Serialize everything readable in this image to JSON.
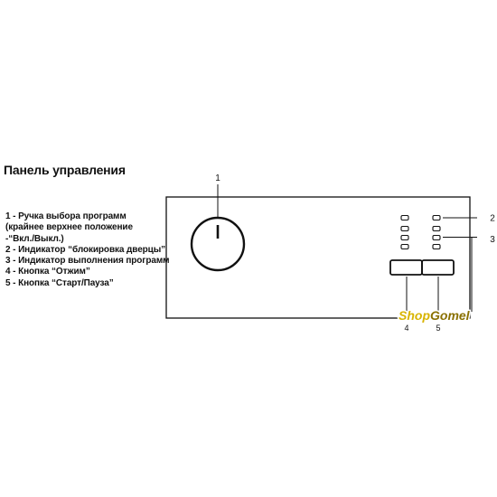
{
  "title": "Панель управления",
  "legend": [
    {
      "num": "1",
      "text": "Ручка выбора программ",
      "sub": [
        "(крайнее верхнее положение",
        "-“Вкл./Выкл.)"
      ]
    },
    {
      "num": "2",
      "text": "Индикатор “блокировка дверцы”",
      "sub": []
    },
    {
      "num": "3",
      "text": "Индикатор выполнения программ",
      "sub": []
    },
    {
      "num": "4",
      "text": "Кнопка “Отжим”",
      "sub": []
    },
    {
      "num": "5",
      "text": "Кнопка “Старт/Пауза”",
      "sub": []
    }
  ],
  "callouts": {
    "knob": "1",
    "door_lock": "2",
    "progress": "3",
    "spin": "4",
    "start_pause": "5"
  },
  "watermark": {
    "part1": "Shop",
    "part2": "Gomel",
    "color1": "#d8b400",
    "color2": "#8a7000"
  },
  "colors": {
    "line": "#111111",
    "background": "#ffffff"
  }
}
